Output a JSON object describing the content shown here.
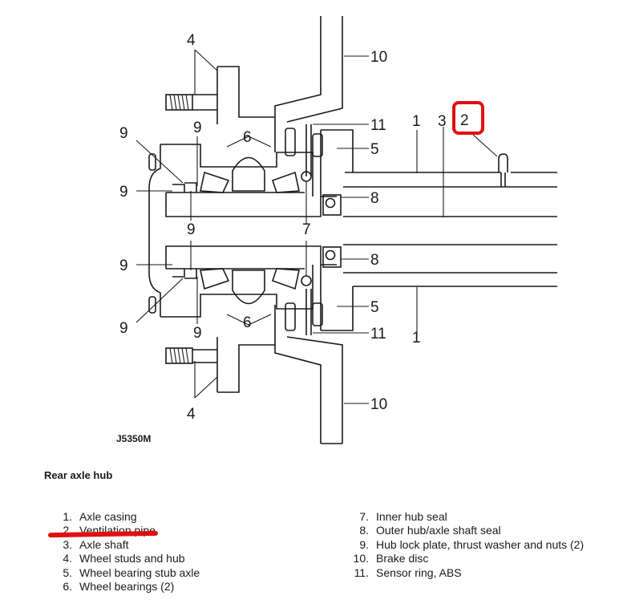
{
  "diagram": {
    "figure_code": "J5350M",
    "highlight_color": "#e01010",
    "highlighted_callout": "2",
    "callouts": {
      "c1_top": "1",
      "c3": "3",
      "c2": "2",
      "c1_bottom": "1",
      "c4_top": "4",
      "c4_bottom": "4",
      "c5_top": "5",
      "c5_bottom": "5",
      "c6_top": "6",
      "c6_bottom": "6",
      "c7": "7",
      "c8_top": "8",
      "c8_bottom": "8",
      "c9_a": "9",
      "c9_b": "9",
      "c9_c": "9",
      "c9_d": "9",
      "c9_e": "9",
      "c9_f": "9",
      "c9_g": "9",
      "c10_top": "10",
      "c10_bottom": "10",
      "c11_top": "11",
      "c11_bottom": "11"
    }
  },
  "caption": {
    "title": "Rear axle hub"
  },
  "legend": {
    "left": [
      {
        "num": "1.",
        "label": "Axle casing"
      },
      {
        "num": "2.",
        "label": "Ventilation pipe"
      },
      {
        "num": "3.",
        "label": "Axle shaft"
      },
      {
        "num": "4.",
        "label": "Wheel studs and hub"
      },
      {
        "num": "5.",
        "label": "Wheel bearing stub axle"
      },
      {
        "num": "6.",
        "label": "Wheel bearings (2)"
      }
    ],
    "right": [
      {
        "num": "7.",
        "label": "Inner hub seal"
      },
      {
        "num": "8.",
        "label": "Outer hub/axle shaft seal"
      },
      {
        "num": "9.",
        "label": "Hub lock plate, thrust washer and nuts (2)"
      },
      {
        "num": "10.",
        "label": "Brake disc"
      },
      {
        "num": "11.",
        "label": "Sensor ring, ABS"
      }
    ]
  }
}
